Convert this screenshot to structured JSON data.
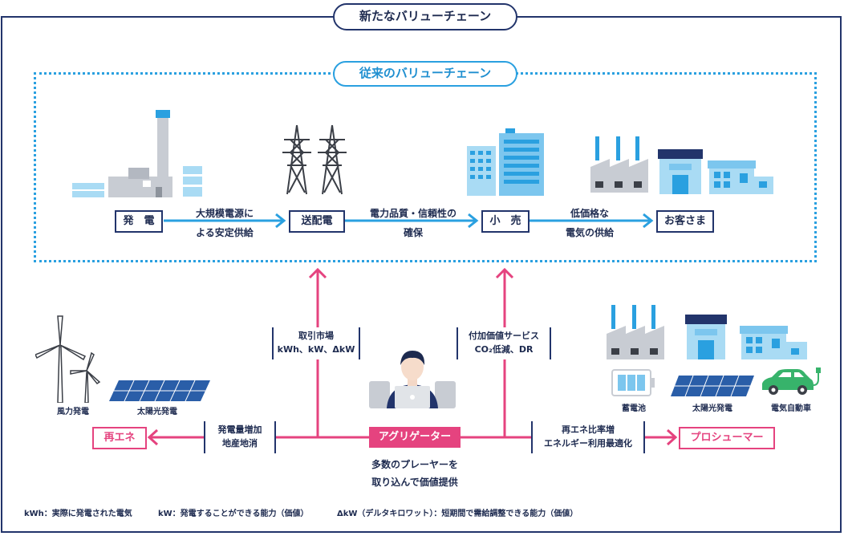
{
  "titles": {
    "new_chain": "新たなバリューチェーン",
    "old_chain": "従来のバリューチェーン"
  },
  "old_chain": {
    "generation": "発　電",
    "transmission": "送配電",
    "retail": "小　売",
    "customer": "お客さま",
    "gen_to_trans": [
      "大規模電源に",
      "よる安定供給"
    ],
    "trans_to_retail": [
      "電力品質・信頼性の",
      "確保"
    ],
    "retail_to_customer": [
      "低価格な",
      "電気の供給"
    ]
  },
  "new_chain": {
    "aggregator": "アグリゲーター",
    "renewable": "再エネ",
    "prosumer": "プロシューマー",
    "to_renewable": [
      "発電量増加",
      "地産地消"
    ],
    "to_prosumer": [
      "再エネ比率増",
      "エネルギー利用最適化"
    ],
    "to_transmission": [
      "取引市場",
      "kWh、kW、ΔkW"
    ],
    "to_retail": [
      "付加価値サービス",
      "CO₂低減、DR"
    ],
    "aggregator_caption": [
      "多数のプレーヤーを",
      "取り込んで価値提供"
    ]
  },
  "icon_labels": {
    "wind": "風力発電",
    "solar_left": "太陽光発電",
    "battery": "蓄電池",
    "solar_right": "太陽光発電",
    "ev": "電気自動車"
  },
  "footnotes": [
    "kWh：実際に発電された電気",
    "kW：発電することができる能力（価値）",
    "ΔkW（デルタキロワット）：短期間で需給調整できる能力（価値）"
  ],
  "colors": {
    "navy": "#22346b",
    "blue": "#2aa0e0",
    "pink": "#e5437f",
    "gray": "#c8ccd3"
  }
}
